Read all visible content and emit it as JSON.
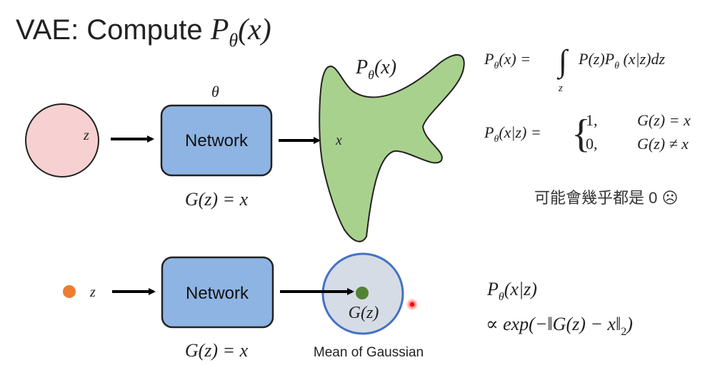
{
  "slide": {
    "title": {
      "prefix": "VAE: Compute ",
      "P": "P",
      "sub": "θ",
      "arg": "(x)"
    }
  },
  "top_row": {
    "latent_label": "z",
    "theta_label": "θ",
    "network_label": "Network",
    "mapping": "G(z) = x",
    "distribution_label": {
      "P": "P",
      "sub": "θ",
      "arg": "(x)"
    },
    "point_label": "x"
  },
  "bottom_row": {
    "latent_label": "z",
    "network_label": "Network",
    "mapping": "G(z) = x",
    "mean_label": "G(z)",
    "caption": "Mean of Gaussian"
  },
  "equations": {
    "marginal": {
      "lhs": "P",
      "lhs_sub": "θ",
      "lhs_arg": "(x) =",
      "integral": "∫",
      "integral_sub": "z",
      "rhs": "P(z)P",
      "rhs_sub": "θ",
      "rhs_tail": " (x|z)dz"
    },
    "conditional": {
      "lhs": "P",
      "lhs_sub": "θ",
      "lhs_arg": "(x|z) =",
      "brace": "{",
      "case1_value": "1,",
      "case1_cond": "G(z) = x",
      "case2_value": "0,",
      "case2_cond": "G(z) ≠ x"
    },
    "note": "可能會幾乎都是 0 ☹",
    "gaussian": {
      "P": "P",
      "sub": "θ",
      "arg": "(x|z)",
      "line2": "∝ exp(−‖G(z) − x‖",
      "norm_sub": "2",
      "line2_end": ")"
    }
  },
  "colors": {
    "latent_circle_fill": "#f7d1d1",
    "network_fill": "#8eb4e3",
    "distribution_fill": "#a9d18e",
    "gaussian_fill": "#d6dce5",
    "gaussian_stroke": "#4472c4",
    "small_latent": "#ed7d31",
    "mean_dot": "#548235",
    "pointer_dot": "#ff0000"
  }
}
